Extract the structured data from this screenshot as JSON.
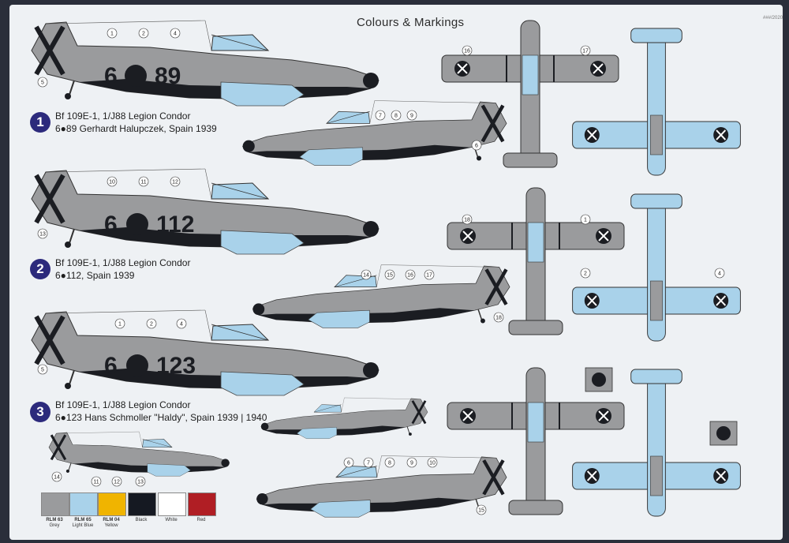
{
  "sheet": {
    "title": "Colours & Markings",
    "code": "###/2020"
  },
  "profiles": [
    {
      "number": "1",
      "line1": "Bf 109E-1, 1/J88 Legion Condor",
      "line2": "6●89 Gerhardt Halupczek, Spain 1939",
      "left_code": "6",
      "right_code": "89"
    },
    {
      "number": "2",
      "line1": "Bf 109E-1, 1/J88 Legion Condor",
      "line2": "6●112, Spain 1939",
      "left_code": "6",
      "right_code": "112"
    },
    {
      "number": "3",
      "line1": "Bf 109E-1, 1/J88 Legion Condor",
      "line2": "6●123 Hans Schmoller \"Haldy\", Spain 1939 | 1940",
      "left_code": "6",
      "right_code": "123"
    }
  ],
  "callouts": [
    "1",
    "2",
    "4",
    "5",
    "6",
    "7",
    "8",
    "9",
    "10",
    "11",
    "12",
    "13",
    "14",
    "15",
    "16",
    "17",
    "18"
  ],
  "legend": [
    {
      "code": "RLM 63",
      "name": "Grey",
      "color": "#9a9b9d"
    },
    {
      "code": "RLM 65",
      "name": "Light Blue",
      "color": "#a9d2ea"
    },
    {
      "code": "RLM 04",
      "name": "Yellow",
      "color": "#f0b400"
    },
    {
      "code": "",
      "name": "Black",
      "color": "#151922"
    },
    {
      "code": "",
      "name": "White",
      "color": "#ffffff"
    },
    {
      "code": "",
      "name": "Red",
      "color": "#b01e24"
    }
  ],
  "colors": {
    "grey": "#9a9b9d",
    "light_blue": "#a9d2ea",
    "black": "#1b1d22",
    "badge": "#2c2a7c",
    "sheet": "#eef1f4"
  }
}
